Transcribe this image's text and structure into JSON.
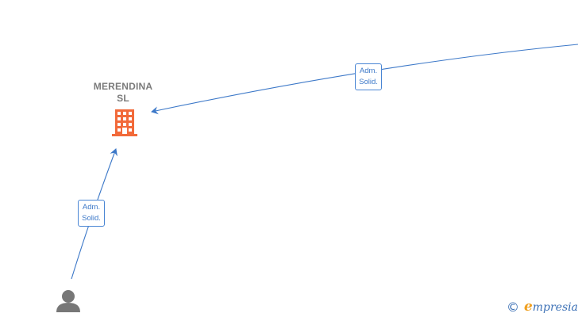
{
  "nodes": {
    "company": {
      "name_line1": "MERENDINA",
      "name_line2": "SL",
      "icon": "building-icon",
      "color": "#f26a3a"
    },
    "person": {
      "icon": "person-icon",
      "color": "#777777"
    }
  },
  "edges": [
    {
      "from": "offscreen-right",
      "to": "company",
      "label_line1": "Adm.",
      "label_line2": "Solid."
    },
    {
      "from": "person",
      "to": "company",
      "label_line1": "Adm.",
      "label_line2": "Solid."
    }
  ],
  "colors": {
    "edge": "#3c78c8",
    "label_border": "#4a86d4"
  },
  "watermark": {
    "copyright_symbol": "©",
    "brand_initial": "e",
    "brand_rest": "mpresia"
  }
}
